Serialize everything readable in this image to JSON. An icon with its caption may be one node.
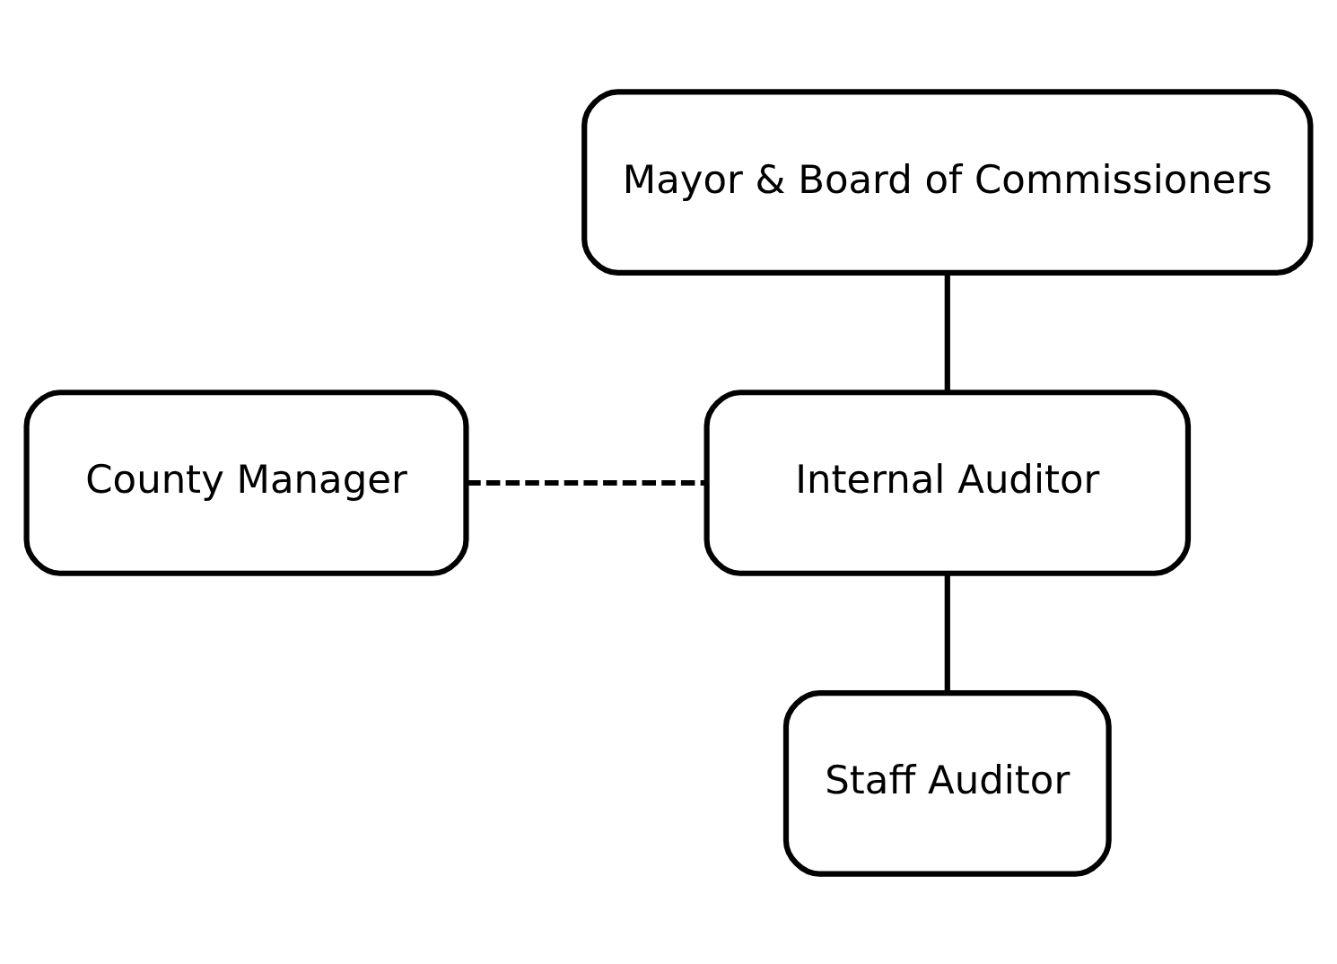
{
  "diagram": {
    "nodes": [
      {
        "text": [
          "Mayor & Board of Commissioners"
        ]
      },
      {
        "text": [
          "County Manager"
        ]
      },
      {
        "text": [
          "Internal Auditor"
        ]
      },
      {
        "text": [
          "Staff Auditor"
        ]
      }
    ],
    "edges": [
      {
        "from": 0,
        "to": 2,
        "arrow": "none"
      },
      {
        "from": 1,
        "to": 2,
        "arrow": "none",
        "style": "dashed"
      },
      {
        "from": 2,
        "to": 3,
        "arrow": "none"
      }
    ]
  }
}
